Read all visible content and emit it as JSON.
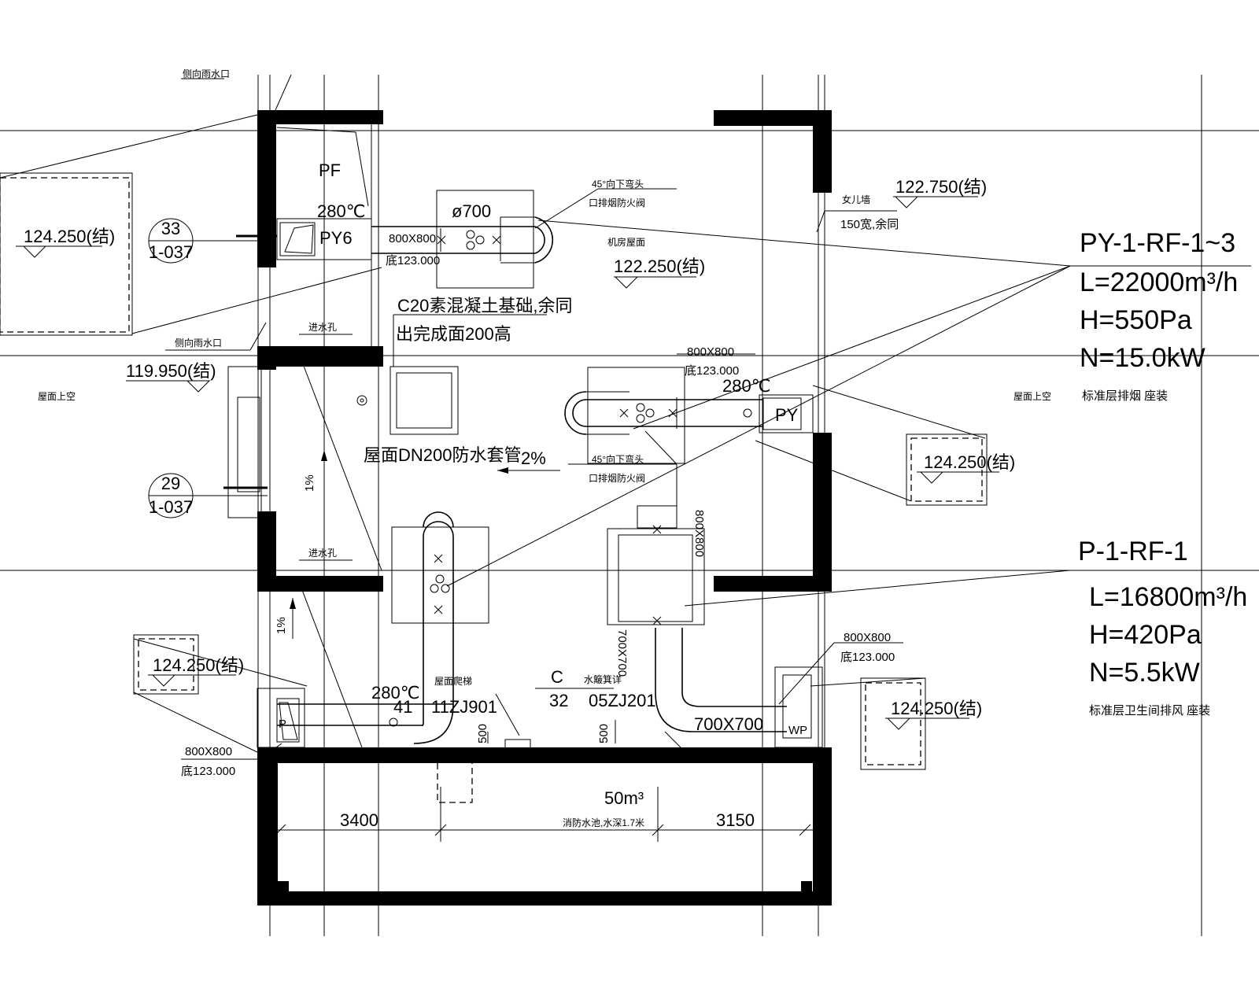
{
  "plan": {
    "rooms": {
      "pf": "PF",
      "py6": "PY6",
      "py": "PY",
      "wp": "WP",
      "p": "P"
    },
    "labels": {
      "temp_280_a": "280℃",
      "temp_280_b": "280℃",
      "temp_280_c": "280℃",
      "diameter_700": "ø700",
      "duct_800_a": "800X800",
      "base_123_a": "底123.000",
      "duct_800_b": "800X800",
      "base_123_b": "底123.000",
      "duct_800_c": "800X800",
      "base_123_c": "底123.000",
      "duct_800_d": "800X800",
      "base_123_d": "底123.000",
      "duct_800_v": "800X800",
      "duct_700_v": "700X700",
      "duct_700_h": "700X700",
      "elbow_45_a": "45°向下弯头",
      "valve_a": "口排烟防火阀",
      "elbow_45_b": "45°向下弯头",
      "valve_b": "口排烟防火阀",
      "machine_roof": "机房屋面",
      "parapet": "女儿墙",
      "width_150": "150宽,余同",
      "elev_12275": "122.750(结)",
      "elev_12225": "122.250(结)",
      "elev_12425_a": "124.250(结)",
      "elev_12425_b": "124.250(结)",
      "elev_12425_c": "124.250(结)",
      "elev_12425_d": "124.250(结)",
      "elev_11995": "119.950(结)",
      "roof_void_l": "屋面上空",
      "roof_void_r": "屋面上空",
      "c20": "C20素混凝土基础,余同",
      "base_200": "出完成面200高",
      "dn200": "屋面DN200防水套管",
      "slope_2": "2%",
      "slope_1_a": "1%",
      "slope_1_b": "1%",
      "inlet_a": "进水孔",
      "inlet_b": "进水孔",
      "side_drain": "侧向雨水口",
      "side_drain_top": "侧向雨水口",
      "roof_ladder": "屋面爬梯",
      "ladder_num": "41",
      "ladder_std": "11ZJ901",
      "c_num": "C",
      "c_den": "32",
      "gutter": "水簸箕详",
      "gutter_std": "05ZJ201",
      "dim_500_a": "500",
      "dim_500_b": "500",
      "tank_vol": "50m³",
      "tank_desc": "消防水池,水深1.7米",
      "dim_3400": "3400",
      "dim_3150": "3150"
    },
    "details": [
      {
        "num": "33",
        "ref": "1-037"
      },
      {
        "num": "29",
        "ref": "1-037"
      }
    ],
    "specs": [
      {
        "id": "PY-1-RF-1~3",
        "flow": "L=22000m³/h",
        "pressure": "H=550Pa",
        "power": "N=15.0kW",
        "note": "标准层排烟  座装"
      },
      {
        "id": "P-1-RF-1",
        "flow": "L=16800m³/h",
        "pressure": "H=420Pa",
        "power": "N=5.5kW",
        "note": "标准层卫生间排风  座装"
      }
    ]
  }
}
